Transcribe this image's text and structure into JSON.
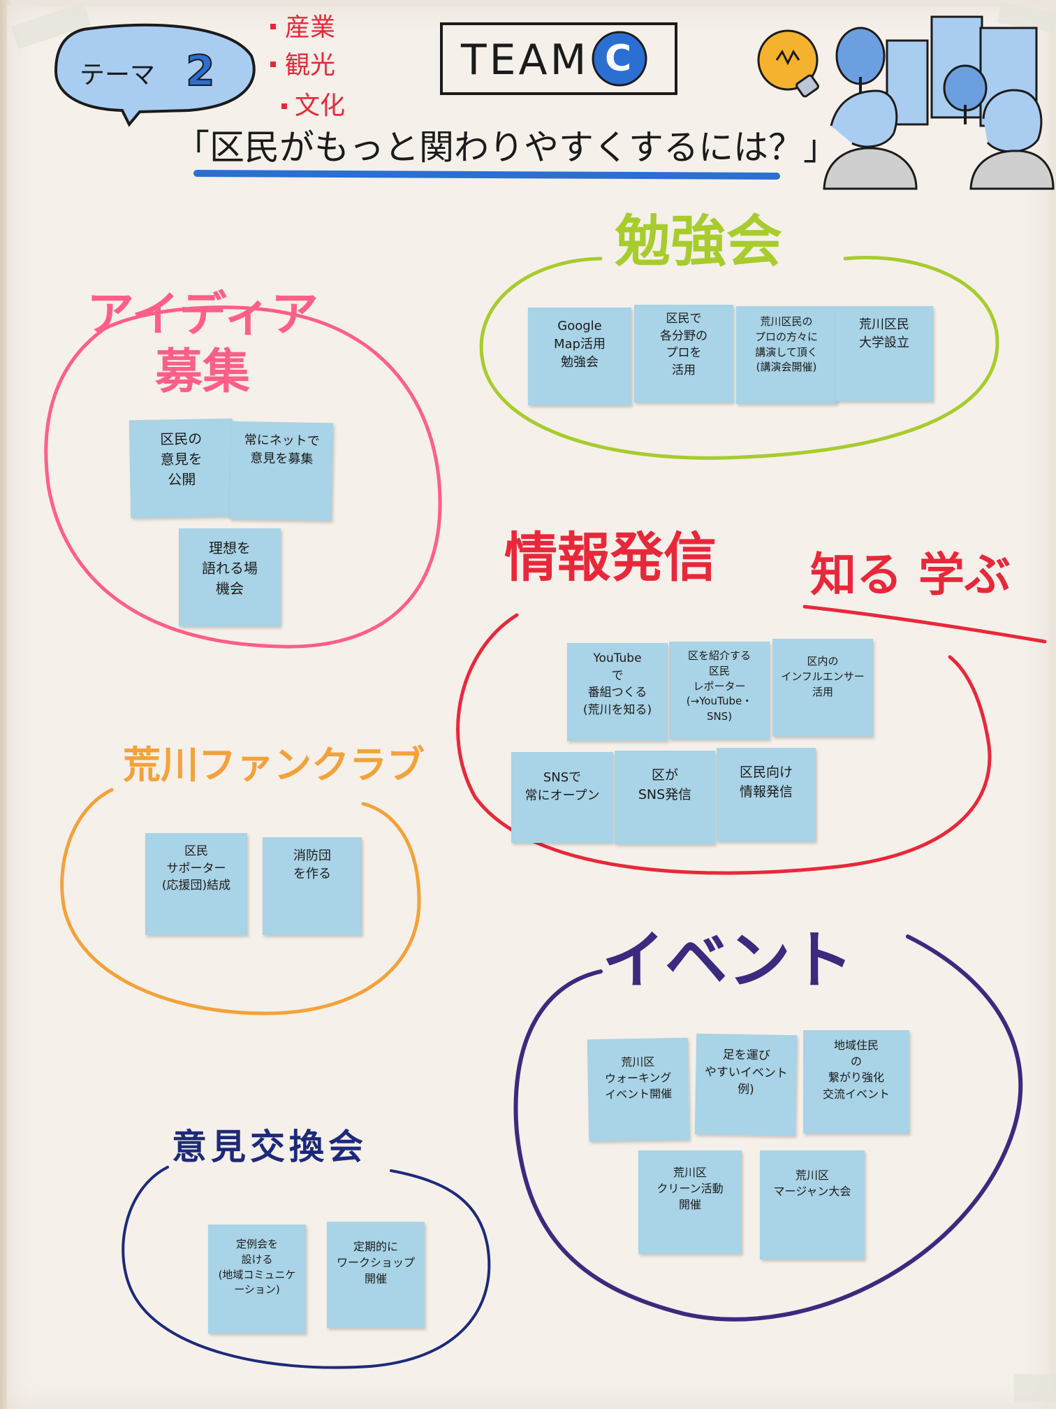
{
  "header": {
    "theme_label": "テーマ",
    "theme_number": "2",
    "topics": [
      "産業",
      "観光",
      "文化"
    ],
    "team_label": "TEAM",
    "team_letter": "C",
    "question": "「区民がもっと関わりやすくするには？」"
  },
  "colors": {
    "note": "#a9d3e6",
    "pink": "#ff5f87",
    "green": "#a7cc2c",
    "red": "#e8283a",
    "orange": "#f3a23a",
    "purple": "#3b2a7e",
    "navy": "#1d2a7a",
    "blue": "#2a6fd1"
  },
  "clusters": [
    {
      "id": "idea",
      "title": "アイディア募集",
      "notes": [
        "区民の\n意見を\n公開",
        "常にネットで\n意見を募集",
        "理想を\n語れる場\n機会"
      ]
    },
    {
      "id": "study",
      "title": "勉強会",
      "notes": [
        "Google\nMap活用\n勉強会",
        "区民で\n各分野の\nプロを\n活用",
        "荒川区民の\nプロの方々に\n講演して頂く\n(講演会開催)",
        "荒川区民\n大学設立"
      ]
    },
    {
      "id": "info",
      "title": "情報発信",
      "subtitle": "知る 学ぶ",
      "notes": [
        "YouTube\nで\n番組つくる\n(荒川を知る)",
        "区を紹介する\n区民\nレポーター\n(→YouTube・SNS)",
        "区内の\nインフルエンサー\n活用",
        "SNSで\n常にオープン",
        "区が\nSNS発信",
        "区民向け\n情報発信"
      ]
    },
    {
      "id": "fan",
      "title": "荒川ファンクラブ",
      "notes": [
        "区民\nサポーター\n(応援団)結成",
        "消防団\nを作る"
      ]
    },
    {
      "id": "event",
      "title": "イベント",
      "notes": [
        "荒川区\nウォーキング\nイベント開催",
        "足を運び\nやすいイベント\n例)",
        "地域住民\nの\n繋がり強化\n交流イベント",
        "荒川区\nクリーン活動\n開催",
        "荒川区\nマージャン大会"
      ]
    },
    {
      "id": "exchange",
      "title": "意見交換会",
      "notes": [
        "定例会を\n設ける\n(地域コミュニケーション)",
        "定期的に\nワークショップ\n開催"
      ]
    }
  ]
}
